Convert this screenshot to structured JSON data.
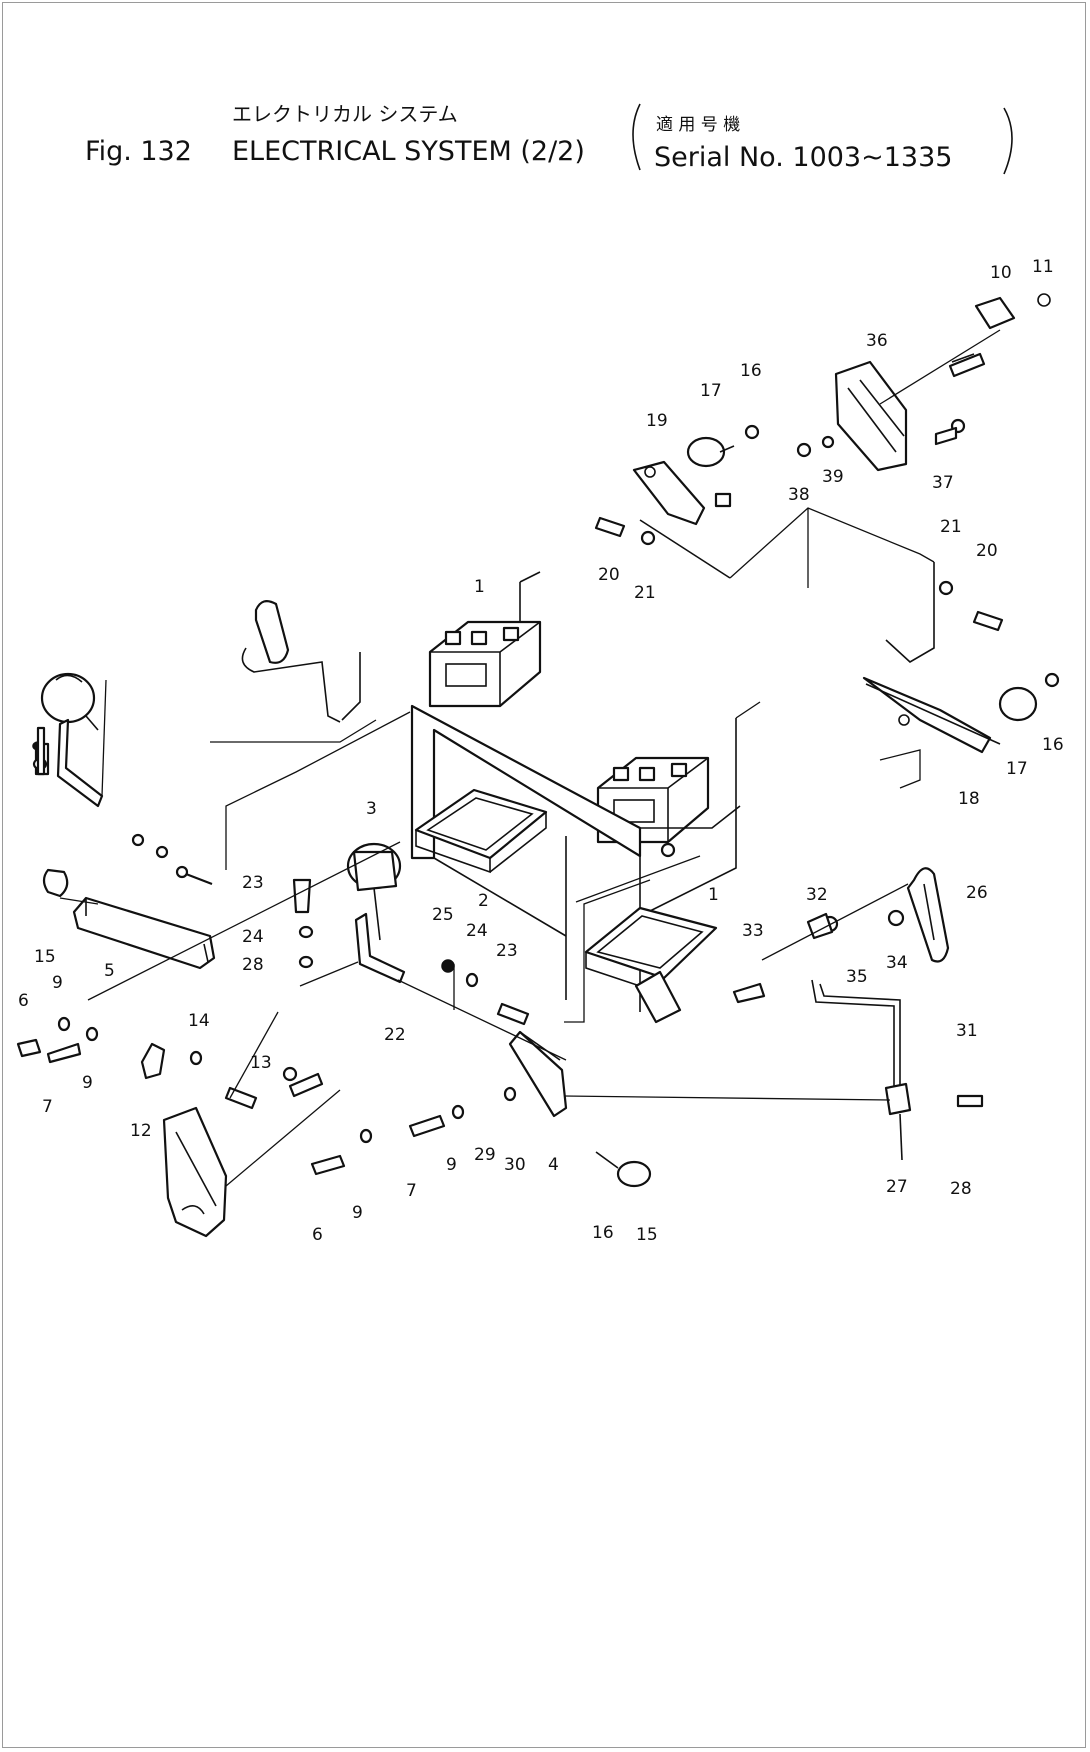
{
  "header": {
    "katakana": "エレクトリカル システム",
    "fig_label": "Fig. 132",
    "title": "ELECTRICAL SYSTEM (2/2)",
    "applicability_kanji": "適 用 号 機",
    "serial_range": "Serial No. 1003~1335"
  },
  "callouts": [
    {
      "id": "c10",
      "label": "10"
    },
    {
      "id": "c11",
      "label": "11"
    },
    {
      "id": "c36",
      "label": "36"
    },
    {
      "id": "c16a",
      "label": "16"
    },
    {
      "id": "c17a",
      "label": "17"
    },
    {
      "id": "c19",
      "label": "19"
    },
    {
      "id": "c38",
      "label": "38"
    },
    {
      "id": "c39",
      "label": "39"
    },
    {
      "id": "c37",
      "label": "37"
    },
    {
      "id": "c20a",
      "label": "20"
    },
    {
      "id": "c21a",
      "label": "21"
    },
    {
      "id": "c21b",
      "label": "21"
    },
    {
      "id": "c20b",
      "label": "20"
    },
    {
      "id": "c1a",
      "label": "1"
    },
    {
      "id": "c16b",
      "label": "16"
    },
    {
      "id": "c17b",
      "label": "17"
    },
    {
      "id": "c18",
      "label": "18"
    },
    {
      "id": "c3",
      "label": "3"
    },
    {
      "id": "c2",
      "label": "2"
    },
    {
      "id": "c1b",
      "label": "1"
    },
    {
      "id": "c23a",
      "label": "23"
    },
    {
      "id": "c24a",
      "label": "24"
    },
    {
      "id": "c28",
      "label": "28"
    },
    {
      "id": "c25",
      "label": "25"
    },
    {
      "id": "c24b",
      "label": "24"
    },
    {
      "id": "c23b",
      "label": "23"
    },
    {
      "id": "c22",
      "label": "22"
    },
    {
      "id": "c32",
      "label": "32"
    },
    {
      "id": "c26",
      "label": "26"
    },
    {
      "id": "c33",
      "label": "33"
    },
    {
      "id": "c34",
      "label": "34"
    },
    {
      "id": "c35",
      "label": "35"
    },
    {
      "id": "c31",
      "label": "31"
    },
    {
      "id": "c15a",
      "label": "15"
    },
    {
      "id": "c5a",
      "label": "5"
    },
    {
      "id": "c6a",
      "label": "6"
    },
    {
      "id": "c9a",
      "label": "9"
    },
    {
      "id": "c9b",
      "label": "9"
    },
    {
      "id": "c7a",
      "label": "7"
    },
    {
      "id": "c14",
      "label": "14"
    },
    {
      "id": "c13",
      "label": "13"
    },
    {
      "id": "c12",
      "label": "12"
    },
    {
      "id": "c6b",
      "label": "6"
    },
    {
      "id": "c9c",
      "label": "9"
    },
    {
      "id": "c7b",
      "label": "7"
    },
    {
      "id": "c9d",
      "label": "9"
    },
    {
      "id": "c29",
      "label": "29"
    },
    {
      "id": "c30",
      "label": "30"
    },
    {
      "id": "c4",
      "label": "4"
    },
    {
      "id": "c16c",
      "label": "16"
    },
    {
      "id": "c15b",
      "label": "15"
    },
    {
      "id": "c27",
      "label": "27"
    },
    {
      "id": "c28b",
      "label": "28"
    }
  ]
}
